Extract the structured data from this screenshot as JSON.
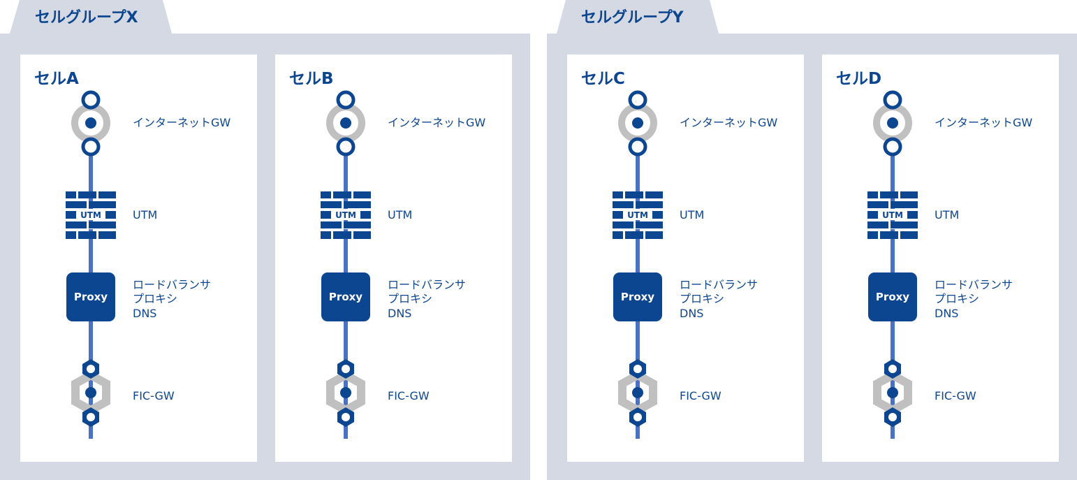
{
  "groups": [
    {
      "title": "セルグループX",
      "cells": [
        {
          "title": "セルA",
          "igw_label": "インターネットGW",
          "utm_label": "UTM",
          "utm_icon_text": "UTM",
          "proxy_icon_text": "Proxy",
          "proxy_labels": [
            "ロードバランサ",
            "プロキシ",
            "DNS"
          ],
          "fic_label": "FIC-GW"
        },
        {
          "title": "セルB",
          "igw_label": "インターネットGW",
          "utm_label": "UTM",
          "utm_icon_text": "UTM",
          "proxy_icon_text": "Proxy",
          "proxy_labels": [
            "ロードバランサ",
            "プロキシ",
            "DNS"
          ],
          "fic_label": "FIC-GW"
        }
      ]
    },
    {
      "title": "セルグループY",
      "cells": [
        {
          "title": "セルC",
          "igw_label": "インターネットGW",
          "utm_label": "UTM",
          "utm_icon_text": "UTM",
          "proxy_icon_text": "Proxy",
          "proxy_labels": [
            "ロードバランサ",
            "プロキシ",
            "DNS"
          ],
          "fic_label": "FIC-GW"
        },
        {
          "title": "セルD",
          "igw_label": "インターネットGW",
          "utm_label": "UTM",
          "utm_icon_text": "UTM",
          "proxy_icon_text": "Proxy",
          "proxy_labels": [
            "ロードバランサ",
            "プロキシ",
            "DNS"
          ],
          "fic_label": "FIC-GW"
        }
      ]
    }
  ],
  "colors": {
    "group_background": "#d4d9e3",
    "primary_navy": "#0d4690",
    "connector_line": "#4a72c4",
    "icon_gray": "#c0c0c0"
  },
  "icons": {
    "igw": "internet-gateway-icon",
    "utm": "firewall-brick-icon",
    "proxy": "proxy-box-icon",
    "fic": "hexagon-gateway-icon"
  }
}
